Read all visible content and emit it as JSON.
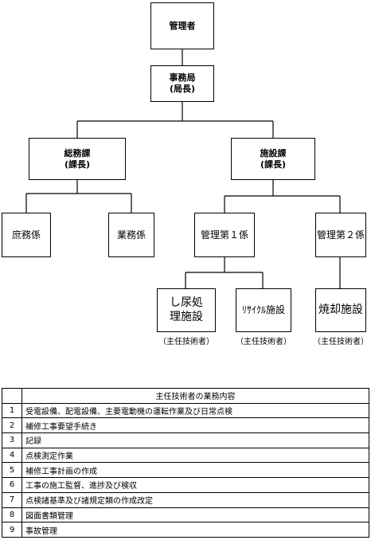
{
  "org_chart": {
    "manager": "管理者",
    "office": {
      "line1": "事務局",
      "line2": "(局長)"
    },
    "general_affairs": {
      "line1": "総務課",
      "line2": "(課長)"
    },
    "facilities": {
      "line1": "施設課",
      "line2": "(課長)"
    },
    "clerical": "庶務係",
    "business": "業務係",
    "mgmt1": "管理第１係",
    "mgmt2": "管理第２係",
    "sewage": {
      "line1": "し尿処",
      "line2": "理施設"
    },
    "recycle": "ﾘｻｲｸﾙ施設",
    "incinerator": "焼却施設",
    "chief_label": "（主任技術者）"
  },
  "duties_table": {
    "header": "主任技術者の業務内容",
    "rows": [
      {
        "no": "1",
        "text": "受電設備、配電設備、主要電動機の運転作業及び日常点検"
      },
      {
        "no": "2",
        "text": "補修工事要望手続き"
      },
      {
        "no": "3",
        "text": "記録"
      },
      {
        "no": "4",
        "text": "点検測定作業"
      },
      {
        "no": "5",
        "text": "補修工事計画の作成"
      },
      {
        "no": "6",
        "text": "工事の施工監督、進捗及び検収"
      },
      {
        "no": "7",
        "text": "点検諸基準及び諸規定類の作成改定"
      },
      {
        "no": "8",
        "text": "図面書類管理"
      },
      {
        "no": "9",
        "text": "事故管理"
      }
    ]
  }
}
